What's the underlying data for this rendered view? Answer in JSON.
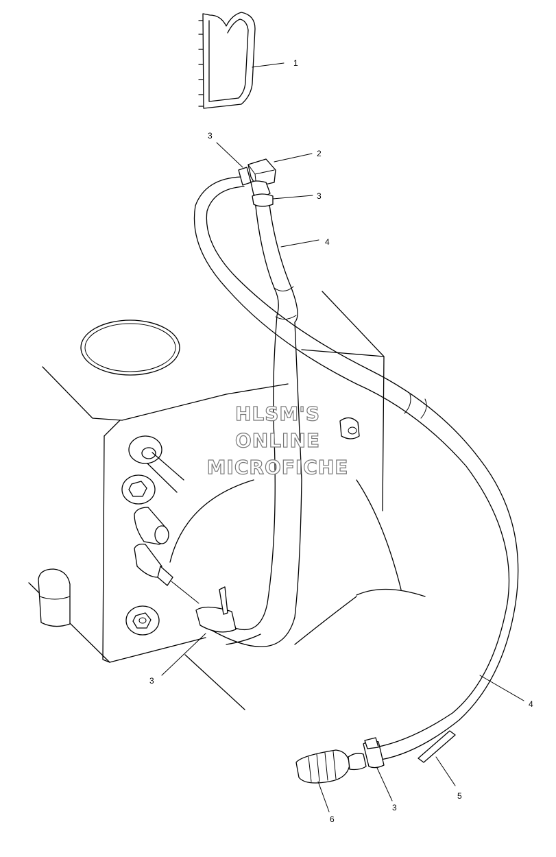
{
  "watermark": {
    "lines": [
      "HLSM'S",
      "ONLINE",
      "MICROFICHE"
    ]
  },
  "callouts": {
    "c1": "1",
    "c2": "2",
    "c3a": "3",
    "c3b": "3",
    "c4a": "4",
    "c3c": "3",
    "c4b": "4",
    "c5": "5",
    "c3d": "3",
    "c6": "6"
  }
}
